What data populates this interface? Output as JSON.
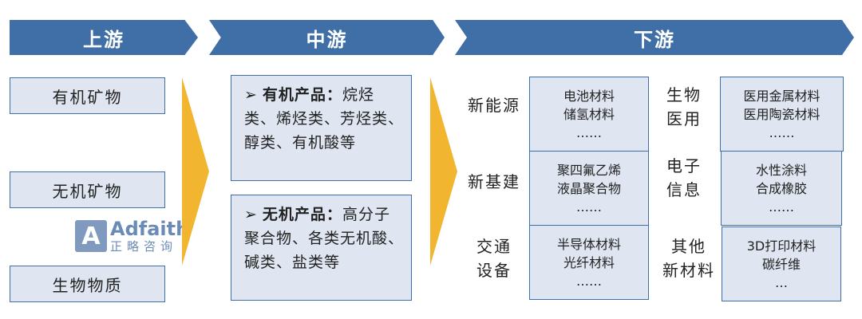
{
  "stages": {
    "upstream": "上游",
    "midstream": "中游",
    "downstream": "下游"
  },
  "upstream_items": [
    "有机矿物",
    "无机矿物",
    "生物物质"
  ],
  "midstream_items": [
    {
      "bullet": "➢",
      "label": "有机产品：",
      "text": "烷烃类、烯烃类、芳烃类、醇类、有机酸等"
    },
    {
      "bullet": "➢",
      "label": "无机产品：",
      "text": "高分子聚合物、各类无机酸、碱类、盐类等"
    }
  ],
  "downstream": {
    "categories": {
      "new_energy": "新能源",
      "new_infra": "新基建",
      "transport_1": "交通",
      "transport_2": "设备",
      "bio_1": "生物",
      "bio_2": "医用",
      "elec_1": "电子",
      "elec_2": "信息",
      "other_1": "其他",
      "other_2": "新材料"
    },
    "boxes": {
      "new_energy": [
        "电池材料",
        "储氢材料",
        "……"
      ],
      "new_infra": [
        "聚四氟乙烯",
        "液晶聚合物",
        "……"
      ],
      "transport": [
        "半导体材料",
        "光纤材料",
        "……"
      ],
      "bio": [
        "医用金属材料",
        "医用陶瓷材料",
        "……"
      ],
      "elec": [
        "水性涂料",
        "合成橡胶",
        "……"
      ],
      "other": [
        "3D打印材料",
        "碳纤维",
        "…"
      ]
    }
  },
  "watermark": {
    "mark": "A",
    "name": "Adfaith",
    "sub": "正略咨询"
  },
  "colors": {
    "banner": "#3f6fa6",
    "box_fill": "#dfe6f1",
    "arrow": "#f2b530"
  }
}
